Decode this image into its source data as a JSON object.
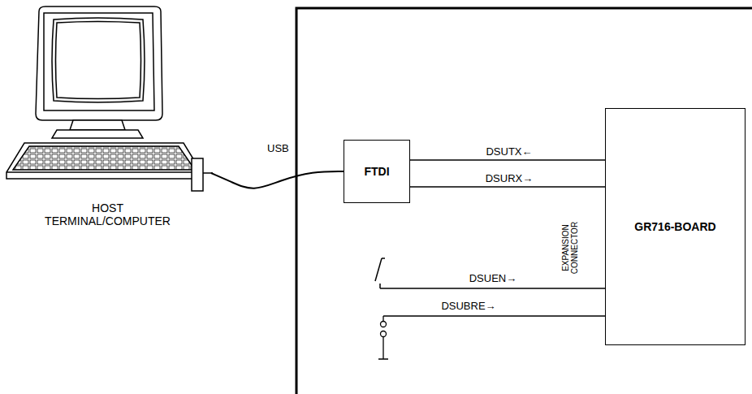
{
  "diagram": {
    "nodes": [
      {
        "text": [
          "HOST TERMINAL/COMPUTER"
        ]
      },
      {
        "text": [
          "FTDI"
        ]
      },
      {
        "text": [
          "GR716-BOARD"
        ]
      }
    ],
    "edges": [
      {
        "from": 0,
        "to": 1,
        "arrow": "none",
        "label": "USB"
      },
      {
        "from": 1,
        "to": 2,
        "arrow": "none",
        "label": "DSUTX←"
      },
      {
        "from": 1,
        "to": 2,
        "arrow": "none",
        "label": "DSURX→"
      }
    ],
    "labels": [
      "EXPANSION CONNECTOR",
      "DSUEN→",
      "DSUBRE→"
    ]
  }
}
